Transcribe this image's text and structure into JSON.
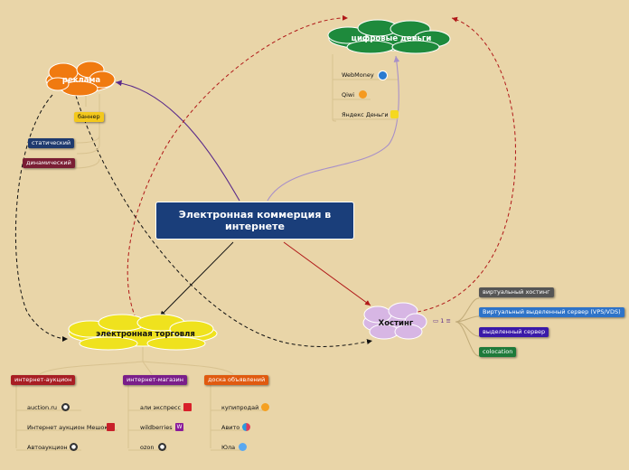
{
  "central": {
    "title": "Электронная коммерция в интернете"
  },
  "topics": {
    "reklama": {
      "label": "реклама",
      "color": "#f07a10"
    },
    "digital_money": {
      "label": "цифровые деньги",
      "color": "#1e8a3c"
    },
    "ecommerce": {
      "label": "электронная торговля",
      "color": "#efe21e"
    },
    "hosting": {
      "label": "Хостинг",
      "color": "#d7b6e4"
    }
  },
  "reklama_items": [
    {
      "label": "баннер",
      "color": "#f3c81c"
    },
    {
      "label": "статический",
      "color": "#1f3a6e"
    },
    {
      "label": "динамический",
      "color": "#7a1e34"
    }
  ],
  "digital_money_items": [
    {
      "label": "WebMoney",
      "icon": "webmoney-icon"
    },
    {
      "label": "Qiwi",
      "icon": "qiwi-icon"
    },
    {
      "label": "Яндекс Деньги",
      "icon": "yandex-money-icon"
    }
  ],
  "hosting_badge": {
    "count": "1"
  },
  "hosting_items": [
    {
      "label": "виртуальный хостинг",
      "color": "#555555"
    },
    {
      "label": "Виртуальный выделенный сервер (VPS/VDS)",
      "color": "#2e73c8"
    },
    {
      "label": "выделенный сервер",
      "color": "#3a1aa8"
    },
    {
      "label": "colocation",
      "color": "#1e7a3a"
    }
  ],
  "ecommerce_groups": [
    {
      "label": "интернет-аукцион",
      "color": "#a81e24",
      "items": [
        {
          "label": "auction.ru",
          "icon": "globe-icon"
        },
        {
          "label": "Интернет аукцион Мешок",
          "icon": "meshok-icon"
        },
        {
          "label": "Автоаукцион",
          "icon": "globe-icon"
        }
      ]
    },
    {
      "label": "интернет-магазин",
      "color": "#7a1e8a",
      "items": [
        {
          "label": "али экспресс",
          "icon": "aliexpress-icon"
        },
        {
          "label": "wildberries",
          "icon": "wildberries-icon"
        },
        {
          "label": "ozon",
          "icon": "globe-icon"
        }
      ]
    },
    {
      "label": "доска объявлений",
      "color": "#e05a10",
      "items": [
        {
          "label": "купипродай",
          "icon": "kupiprodai-icon"
        },
        {
          "label": "Авито",
          "icon": "avito-icon"
        },
        {
          "label": "Юла",
          "icon": "yula-icon"
        }
      ]
    }
  ]
}
